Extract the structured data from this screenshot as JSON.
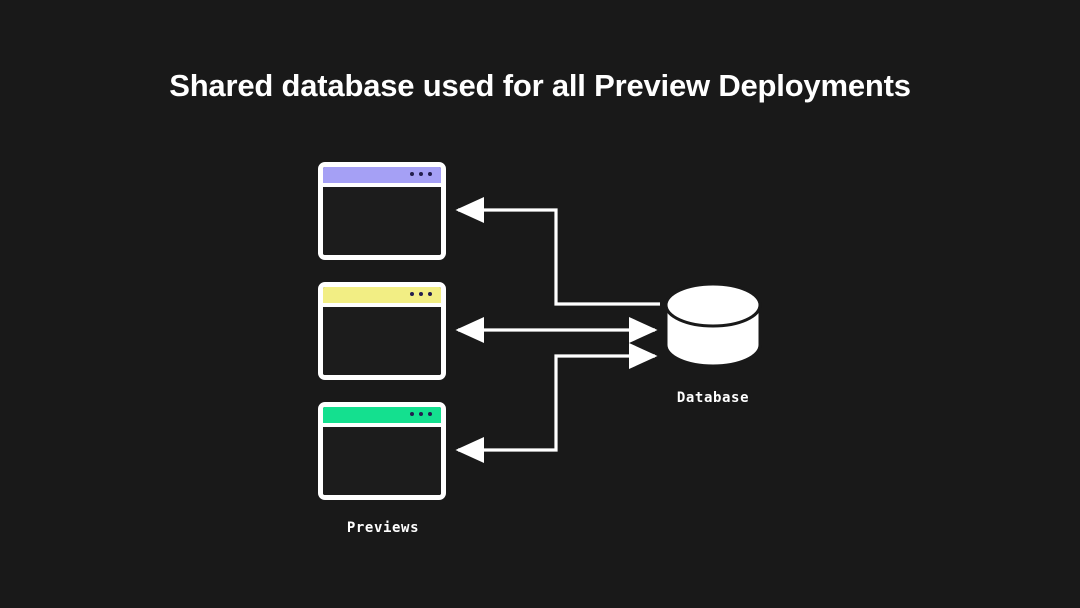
{
  "page": {
    "background_color": "#191919",
    "title": "Shared database used for all Preview Deployments",
    "title_color": "#FFFFFF"
  },
  "diagram": {
    "type": "architecture-flow",
    "previews": {
      "group_label": "Previews",
      "cards": [
        {
          "id": "card-1",
          "name": "preview-window-purple",
          "bar_color": "#A5A0F5",
          "dot_color": "#241F4E",
          "dots": 3
        },
        {
          "id": "card-2",
          "name": "preview-window-yellow",
          "bar_color": "#F2EE84",
          "dot_color": "#241F4E",
          "dots": 3
        },
        {
          "id": "card-3",
          "name": "preview-window-green",
          "bar_color": "#14E08F",
          "dot_color": "#241F4E",
          "dots": 3
        }
      ],
      "card_border_color": "#FFFFFF",
      "card_body_color": "#1C1C1C"
    },
    "database": {
      "label": "Database",
      "shape": "cylinder",
      "fill_color": "#FFFFFF",
      "stroke_color": "#191919"
    },
    "connectors": [
      {
        "name": "database-to-preview-1",
        "direction": "database-to-preview",
        "from": "Database",
        "to": "preview-window-purple",
        "arrowheads": "end",
        "color": "#FFFFFF"
      },
      {
        "name": "preview-2-bidirectional-database",
        "direction": "bidirectional",
        "from": "preview-window-yellow",
        "to": "Database",
        "arrowheads": "both",
        "color": "#FFFFFF"
      },
      {
        "name": "database-to-preview-3",
        "direction": "database-to-preview",
        "from": "Database",
        "to": "preview-window-green",
        "arrowheads": "end",
        "color": "#FFFFFF"
      }
    ]
  }
}
